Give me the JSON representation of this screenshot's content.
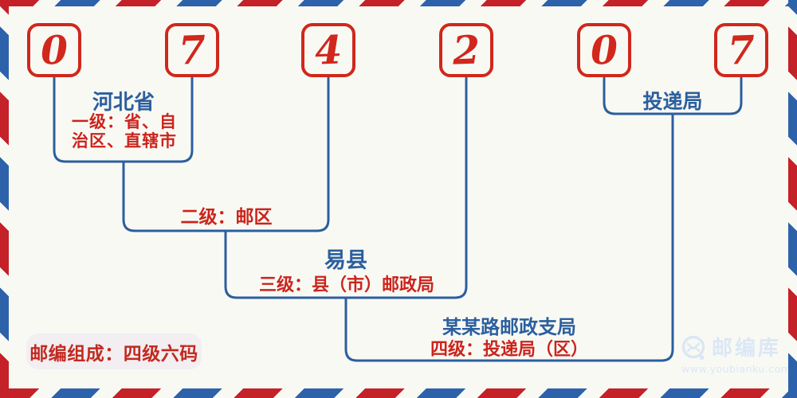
{
  "postal_code": {
    "digits": [
      "0",
      "7",
      "4",
      "2",
      "0",
      "7"
    ]
  },
  "levels": {
    "level1": {
      "region": "河北省",
      "label": "一级：省、自治区、直辖市"
    },
    "level2": {
      "label": "二级：邮区"
    },
    "level3": {
      "region": "易县",
      "label": "三级：县（市）邮政局"
    },
    "level4": {
      "region": "某某路邮政支局",
      "label": "四级：投递局（区）"
    },
    "delivery": {
      "region": "投递局"
    }
  },
  "footer": {
    "note": "邮编组成：四级六码"
  },
  "watermark": {
    "brand": "邮编库",
    "url": "www.youbianku.com"
  },
  "colors": {
    "digit_red": "#d1271c",
    "label_red": "#cb241c",
    "line_blue": "#2a5f9f",
    "text_blue": "#2b5f9e",
    "stripe_red": "#c52128",
    "stripe_blue": "#2d62ab",
    "background": "#f9f9f4",
    "note_background": "#f2eef1",
    "watermark_blue": "#dbe7f5"
  }
}
